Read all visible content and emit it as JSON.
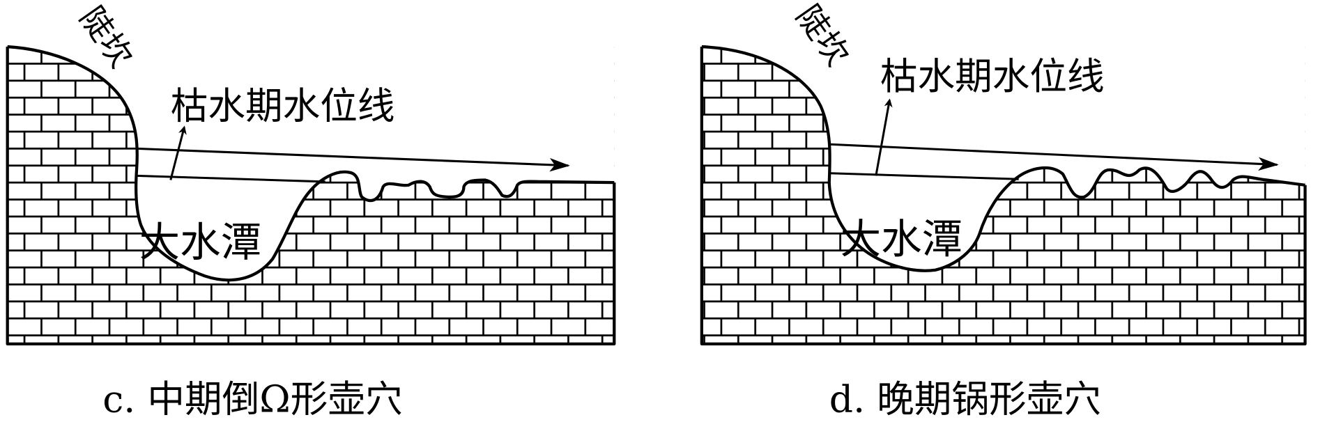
{
  "colors": {
    "ink": "#000000",
    "background": "#ffffff"
  },
  "panels": [
    {
      "id": "c",
      "steep_bank_label": "陡坎",
      "water_level_label": "枯水期水位线",
      "pool_label": "大水潭",
      "caption": "c. 中期倒Ω形壶穴"
    },
    {
      "id": "d",
      "steep_bank_label": "陡坎",
      "water_level_label": "枯水期水位线",
      "pool_label": "大水潭",
      "caption": "d. 晚期锅形壶穴"
    }
  ]
}
